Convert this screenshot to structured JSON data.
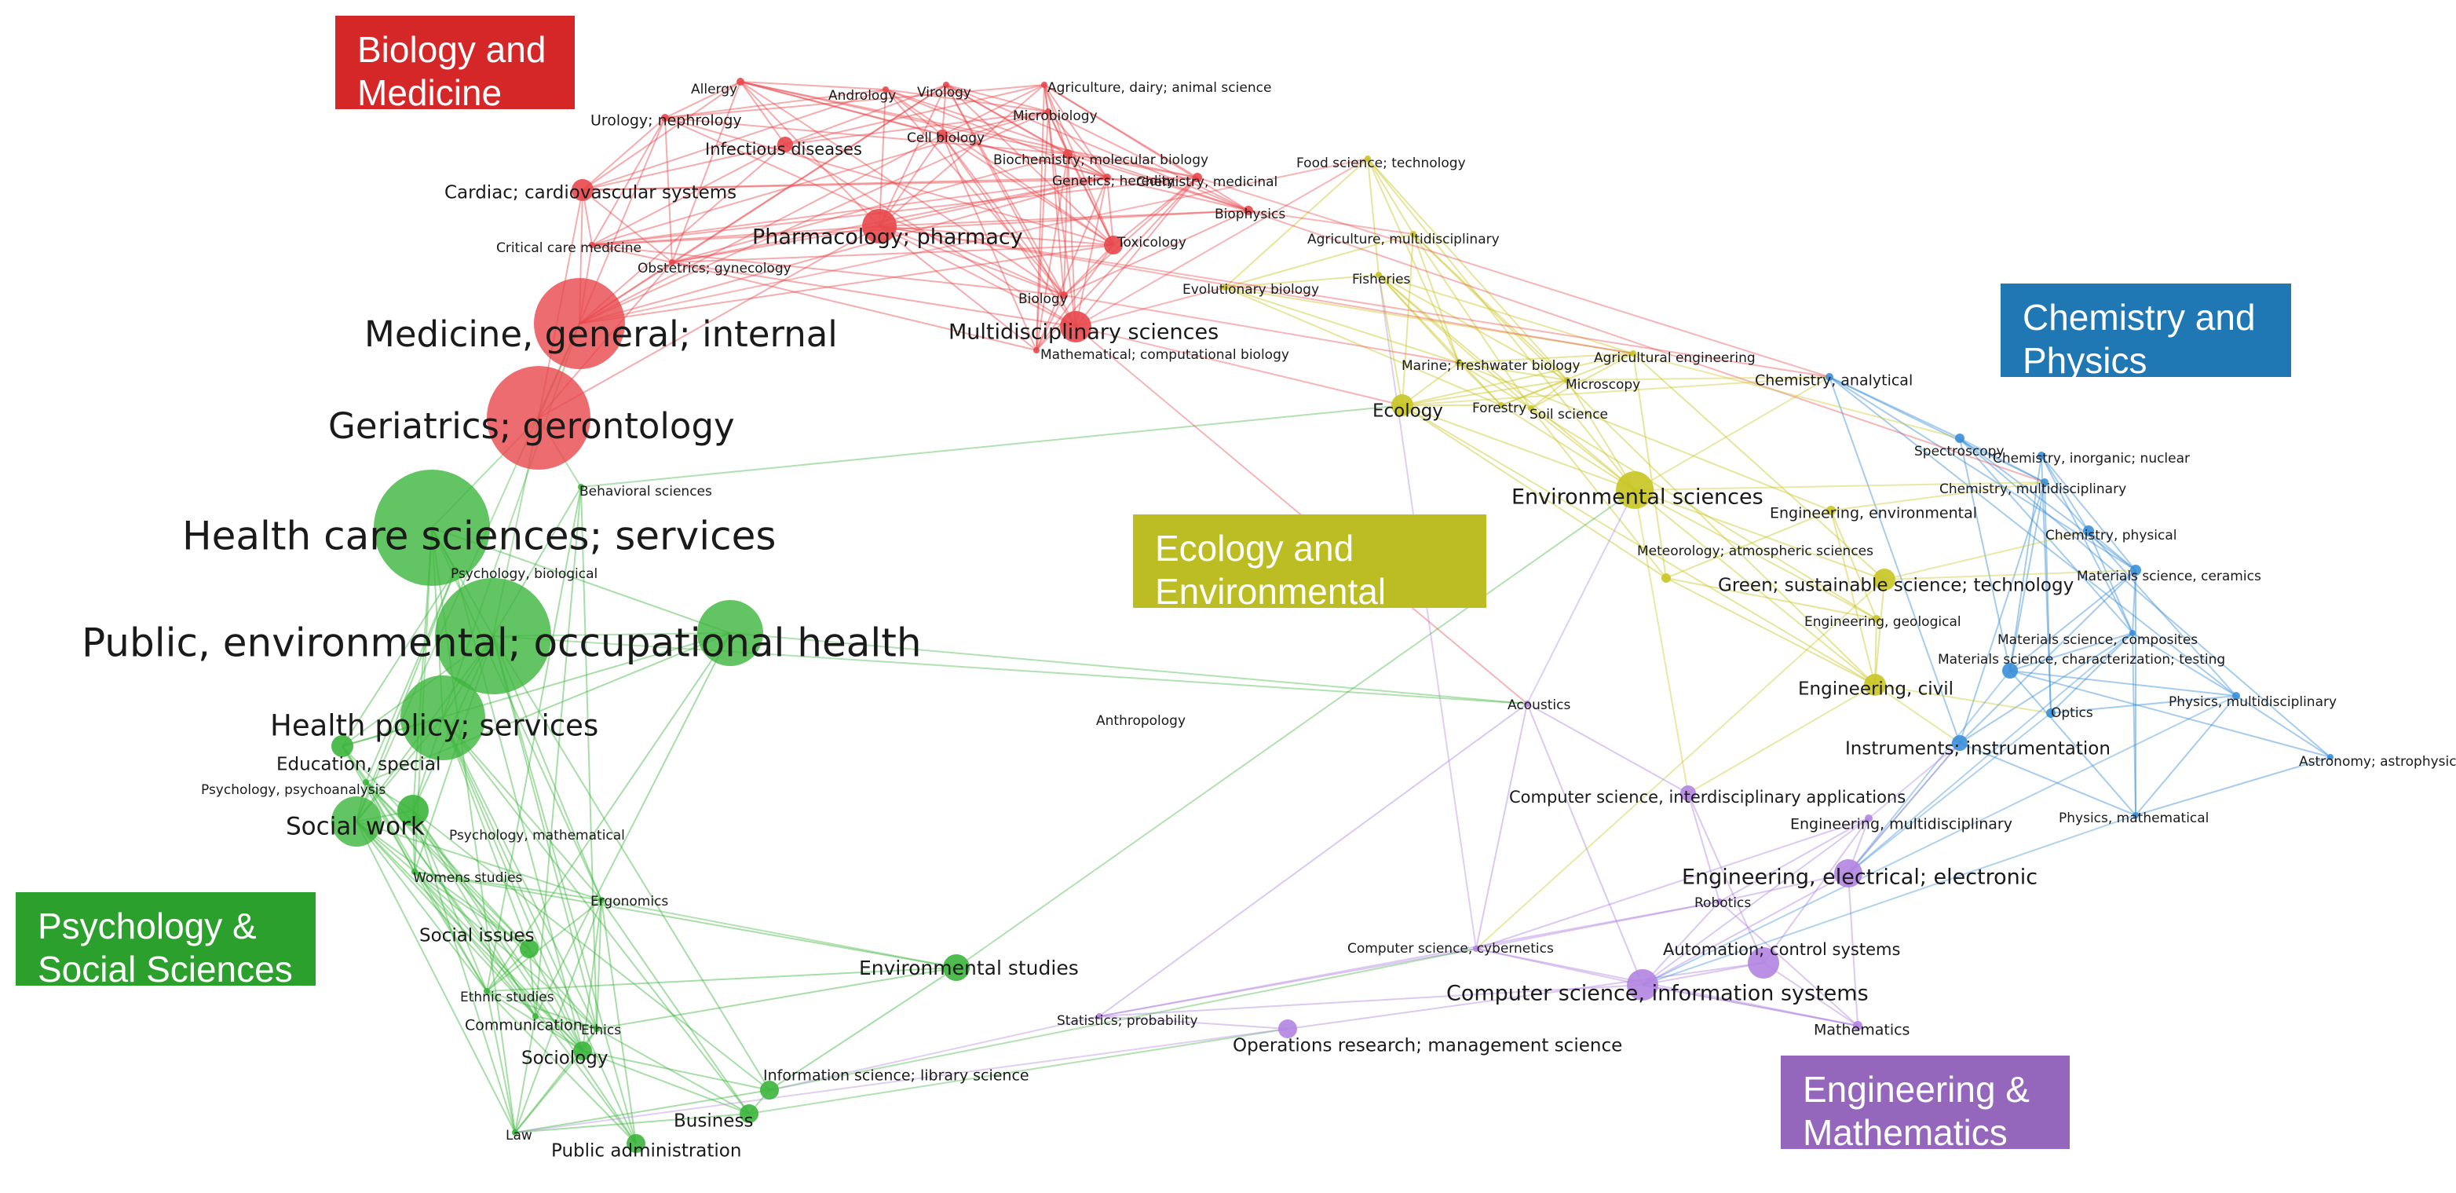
{
  "legend": [
    {
      "line1": "Biology and",
      "line2": "Medicine",
      "color": "#d62728"
    },
    {
      "line1": "Chemistry and",
      "line2": "Physics",
      "color": "#1f77b4"
    },
    {
      "line1": "Ecology and",
      "line2": "Environmental S&T",
      "color": "#bcbd22"
    },
    {
      "line1": "Psychology &",
      "line2": "Social Sciences",
      "color": "#2ca02c"
    },
    {
      "line1": "Engineering &",
      "line2": "Mathematics",
      "color": "#9467bd"
    }
  ],
  "colors": {
    "red": "#e8474b",
    "blue": "#3a8fd8",
    "yellow": "#c9c524",
    "green": "#3cb53c",
    "purple": "#b184e0"
  },
  "nodes": [
    {
      "label": "Allergy",
      "cluster": "red"
    },
    {
      "label": "Urology; nephrology",
      "cluster": "red"
    },
    {
      "label": "Andrology",
      "cluster": "red"
    },
    {
      "label": "Virology",
      "cluster": "red"
    },
    {
      "label": "Agriculture, dairy; animal science",
      "cluster": "red"
    },
    {
      "label": "Microbiology",
      "cluster": "red"
    },
    {
      "label": "Infectious diseases",
      "cluster": "red"
    },
    {
      "label": "Cell biology",
      "cluster": "red"
    },
    {
      "label": "Biochemistry; molecular biology",
      "cluster": "red"
    },
    {
      "label": "Genetics; heredity",
      "cluster": "red"
    },
    {
      "label": "Chemistry, medicinal",
      "cluster": "red"
    },
    {
      "label": "Cardiac; cardiovascular systems",
      "cluster": "red"
    },
    {
      "label": "Biophysics",
      "cluster": "red"
    },
    {
      "label": "Critical care medicine",
      "cluster": "red"
    },
    {
      "label": "Pharmacology; pharmacy",
      "cluster": "red"
    },
    {
      "label": "Toxicology",
      "cluster": "red"
    },
    {
      "label": "Obstetrics; gynecology",
      "cluster": "red"
    },
    {
      "label": "Biology",
      "cluster": "red"
    },
    {
      "label": "Medicine, general; internal",
      "cluster": "red"
    },
    {
      "label": "Multidisciplinary sciences",
      "cluster": "red"
    },
    {
      "label": "Mathematical; computational biology",
      "cluster": "red"
    },
    {
      "label": "Geriatrics; gerontology",
      "cluster": "red"
    },
    {
      "label": "Food science; technology",
      "cluster": "yellow"
    },
    {
      "label": "Agriculture, multidisciplinary",
      "cluster": "yellow"
    },
    {
      "label": "Fisheries",
      "cluster": "yellow"
    },
    {
      "label": "Evolutionary biology",
      "cluster": "yellow"
    },
    {
      "label": "Agricultural engineering",
      "cluster": "yellow"
    },
    {
      "label": "Marine; freshwater biology",
      "cluster": "yellow"
    },
    {
      "label": "Microscopy",
      "cluster": "yellow"
    },
    {
      "label": "Ecology",
      "cluster": "yellow"
    },
    {
      "label": "Forestry",
      "cluster": "yellow"
    },
    {
      "label": "Soil science",
      "cluster": "yellow"
    },
    {
      "label": "Environmental sciences",
      "cluster": "yellow"
    },
    {
      "label": "Engineering, environmental",
      "cluster": "yellow"
    },
    {
      "label": "Meteorology; atmospheric sciences",
      "cluster": "yellow"
    },
    {
      "label": "Green; sustainable science; technology",
      "cluster": "yellow"
    },
    {
      "label": "Engineering, geological",
      "cluster": "yellow"
    },
    {
      "label": "Engineering, civil",
      "cluster": "yellow"
    },
    {
      "label": "Chemistry, analytical",
      "cluster": "blue"
    },
    {
      "label": "Spectroscopy",
      "cluster": "blue"
    },
    {
      "label": "Chemistry, inorganic; nuclear",
      "cluster": "blue"
    },
    {
      "label": "Chemistry, multidisciplinary",
      "cluster": "blue"
    },
    {
      "label": "Chemistry, physical",
      "cluster": "blue"
    },
    {
      "label": "Materials science, ceramics",
      "cluster": "blue"
    },
    {
      "label": "Materials science, composites",
      "cluster": "blue"
    },
    {
      "label": "Materials science, characterization; testing",
      "cluster": "blue"
    },
    {
      "label": "Physics, multidisciplinary",
      "cluster": "blue"
    },
    {
      "label": "Optics",
      "cluster": "blue"
    },
    {
      "label": "Instruments; instrumentation",
      "cluster": "blue"
    },
    {
      "label": "Astronomy; astrophysics",
      "cluster": "blue"
    },
    {
      "label": "Physics, mathematical",
      "cluster": "blue"
    },
    {
      "label": "Acoustics",
      "cluster": "purple"
    },
    {
      "label": "Computer science, interdisciplinary applications",
      "cluster": "purple"
    },
    {
      "label": "Engineering, multidisciplinary",
      "cluster": "purple"
    },
    {
      "label": "Engineering, electrical; electronic",
      "cluster": "purple"
    },
    {
      "label": "Robotics",
      "cluster": "purple"
    },
    {
      "label": "Automation; control systems",
      "cluster": "purple"
    },
    {
      "label": "Computer science, cybernetics",
      "cluster": "purple"
    },
    {
      "label": "Computer science, information systems",
      "cluster": "purple"
    },
    {
      "label": "Mathematics",
      "cluster": "purple"
    },
    {
      "label": "Statistics; probability",
      "cluster": "purple"
    },
    {
      "label": "Operations research; management science",
      "cluster": "purple"
    },
    {
      "label": "Behavioral sciences",
      "cluster": "green"
    },
    {
      "label": "Health care sciences; services",
      "cluster": "green"
    },
    {
      "label": "Psychology, biological",
      "cluster": "green"
    },
    {
      "label": "Public, environmental; occupational health",
      "cluster": "green"
    },
    {
      "label": "Anthropology",
      "cluster": "green"
    },
    {
      "label": "Health policy; services",
      "cluster": "green"
    },
    {
      "label": "Education, special",
      "cluster": "green"
    },
    {
      "label": "Psychology, psychoanalysis",
      "cluster": "green"
    },
    {
      "label": "Social work",
      "cluster": "green"
    },
    {
      "label": "Psychology, mathematical",
      "cluster": "green"
    },
    {
      "label": "Womens studies",
      "cluster": "green"
    },
    {
      "label": "Ergonomics",
      "cluster": "green"
    },
    {
      "label": "Social issues",
      "cluster": "green"
    },
    {
      "label": "Environmental studies",
      "cluster": "green"
    },
    {
      "label": "Ethnic studies",
      "cluster": "green"
    },
    {
      "label": "Communication",
      "cluster": "green"
    },
    {
      "label": "Ethics",
      "cluster": "green"
    },
    {
      "label": "Sociology",
      "cluster": "green"
    },
    {
      "label": "Information science; library science",
      "cluster": "green"
    },
    {
      "label": "Business",
      "cluster": "green"
    },
    {
      "label": "Law",
      "cluster": "green"
    },
    {
      "label": "Public administration",
      "cluster": "green"
    }
  ]
}
